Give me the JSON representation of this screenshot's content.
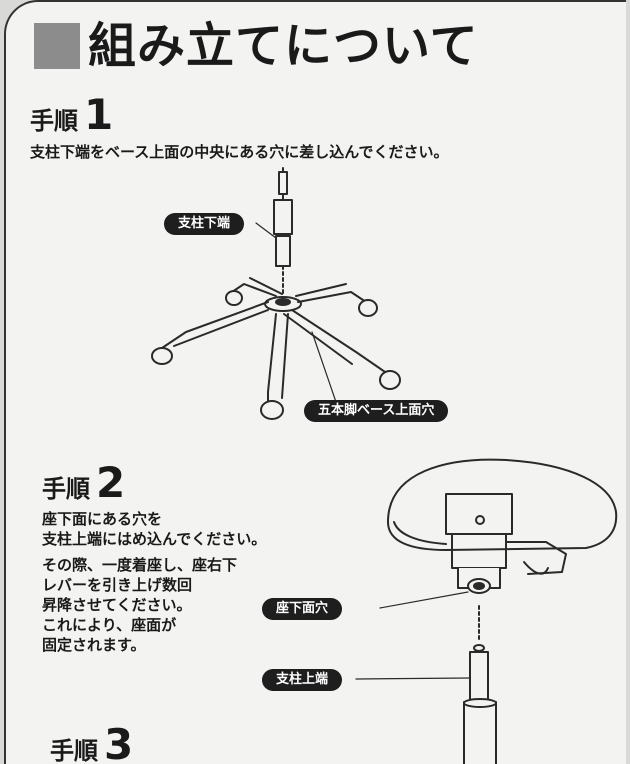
{
  "heading": "組み立てについて",
  "step1": {
    "word": "手順",
    "number": "1",
    "instruction": "支柱下端をベース上面の中央にある穴に差し込んでください。",
    "label_post_bottom": "支柱下端",
    "label_base_hole": "五本脚ベース上面穴"
  },
  "step2": {
    "word": "手順",
    "number": "2",
    "lines": [
      "座下面にある穴を",
      "支柱上端にはめ込んでください。",
      "その際、一度着座し、座右下",
      "レバーを引き上げ数回",
      "昇降させてください。",
      "これにより、座面が",
      "固定されます。"
    ],
    "label_seat_hole": "座下面穴",
    "label_post_top": "支柱上端"
  },
  "step3": {
    "word": "手順",
    "number": "3"
  }
}
